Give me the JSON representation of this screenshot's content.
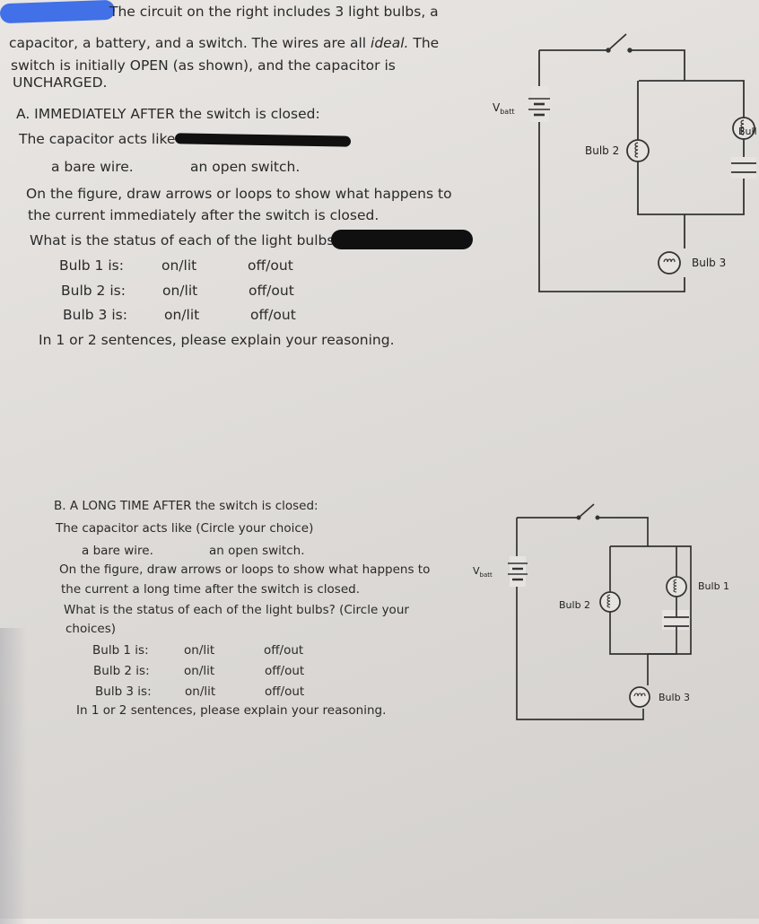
{
  "part_a": {
    "intro_line1": "The circuit on the right includes 3 light bulbs, a",
    "intro_line2_pre": "capacitor, a battery, and a switch. The wires are all ",
    "intro_ideal": "ideal.",
    "intro_line2_post": " The",
    "intro_line3": "switch is initially OPEN (as shown), and the capacitor is",
    "intro_line4": "UNCHARGED.",
    "heading": "A.  IMMEDIATELY AFTER the switch is closed:",
    "cap_question": "The capacitor acts like",
    "choice_wire": "a bare wire.",
    "choice_switch": "an open switch.",
    "draw_line1": "On the figure, draw arrows or loops to show what happens to",
    "draw_line2": "the current immediately after the switch is closed.",
    "status_question": "What is the status of each of the light bulbs?",
    "bulbs": [
      {
        "label": "Bulb 1 is:",
        "on": "on/lit",
        "off": "off/out"
      },
      {
        "label": "Bulb 2 is:",
        "on": "on/lit",
        "off": "off/out"
      },
      {
        "label": "Bulb 3 is:",
        "on": "on/lit",
        "off": "off/out"
      }
    ],
    "explain": "In 1 or 2 sentences, please explain your reasoning."
  },
  "part_b": {
    "heading": "B.  A LONG TIME AFTER the switch is closed:",
    "cap_question": "The capacitor acts like (Circle your choice)",
    "choice_wire": "a bare wire.",
    "choice_switch": "an open switch.",
    "draw_line1": "On the figure, draw arrows or loops to show what happens to",
    "draw_line2": "the current a long time after the switch is closed.",
    "status_line1": "What is the status of each of the light bulbs? (Circle your",
    "status_line2": "choices)",
    "bulbs": [
      {
        "label": "Bulb 1 is:",
        "on": "on/lit",
        "off": "off/out"
      },
      {
        "label": "Bulb 2 is:",
        "on": "on/lit",
        "off": "off/out"
      },
      {
        "label": "Bulb 3 is:",
        "on": "on/lit",
        "off": "off/out"
      }
    ],
    "explain": "In 1 or 2 sentences, please explain your reasoning."
  },
  "circuit_top": {
    "vbatt": "V",
    "vbatt_sub": "batt",
    "bulb1": "Bull",
    "bulb2": "Bulb 2",
    "bulb3": "Bulb 3"
  },
  "circuit_bottom": {
    "vbatt": "V",
    "vbatt_sub": "batt",
    "bulb1": "Bulb 1",
    "bulb2": "Bulb 2",
    "bulb3": "Bulb 3"
  },
  "colors": {
    "ink": "#2a2a2a",
    "paper": "#e4e1de",
    "scribble": "#2f63e8",
    "redaction": "#101010"
  }
}
